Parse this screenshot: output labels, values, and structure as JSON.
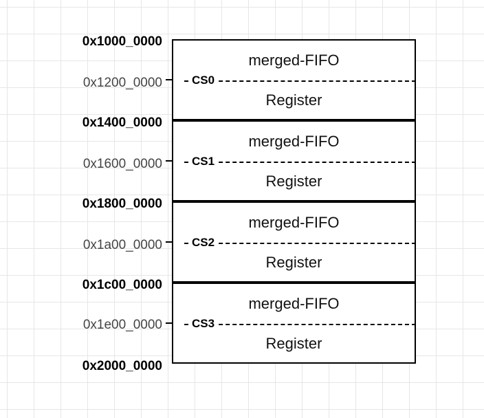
{
  "regions": [
    {
      "top_label": "merged-FIFO",
      "cs_label": "CS0",
      "bottom_label": "Register",
      "start_address": "0x1000_0000",
      "mid_address": "0x1200_0000"
    },
    {
      "top_label": "merged-FIFO",
      "cs_label": "CS1",
      "bottom_label": "Register",
      "start_address": "0x1400_0000",
      "mid_address": "0x1600_0000"
    },
    {
      "top_label": "merged-FIFO",
      "cs_label": "CS2",
      "bottom_label": "Register",
      "start_address": "0x1800_0000",
      "mid_address": "0x1a00_0000"
    },
    {
      "top_label": "merged-FIFO",
      "cs_label": "CS3",
      "bottom_label": "Register",
      "start_address": "0x1c00_0000",
      "mid_address": "0x1e00_0000"
    }
  ],
  "end_address": "0x2000_0000"
}
